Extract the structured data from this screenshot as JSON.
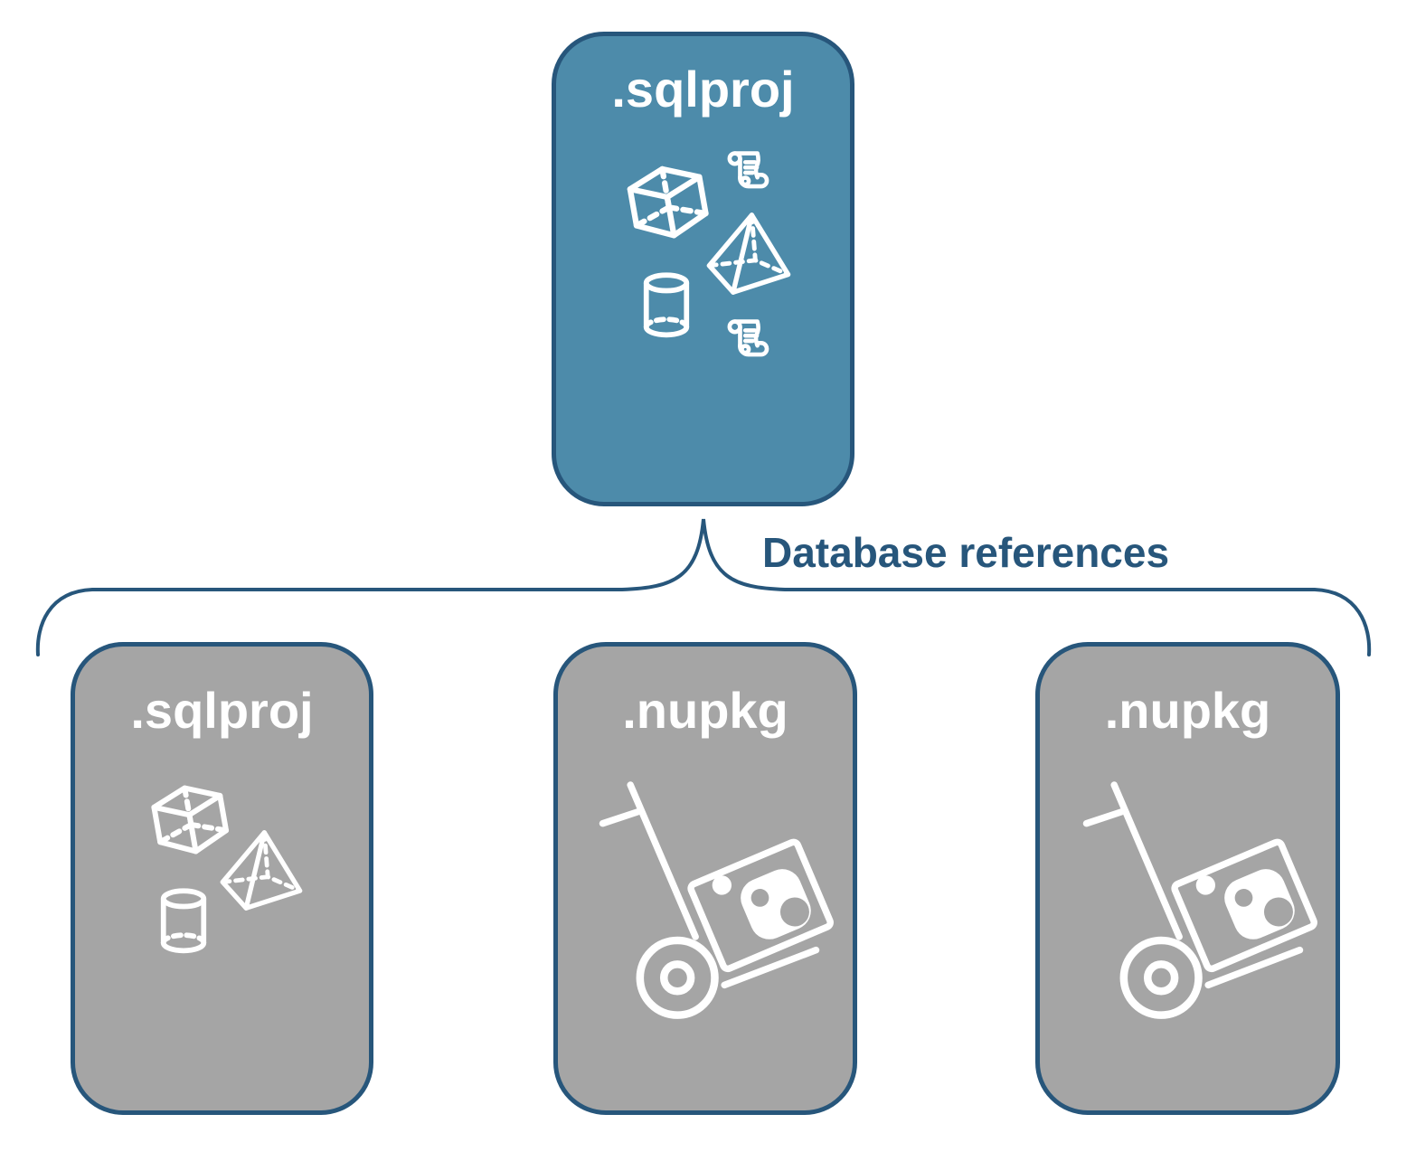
{
  "diagram": {
    "root": {
      "label": ".sqlproj",
      "fill_color": "#4D8BAA",
      "icons": [
        "cube-icon",
        "script-scroll-icon",
        "pyramid-icon",
        "cylinder-icon",
        "script-scroll-icon"
      ]
    },
    "connector": {
      "label": "Database references",
      "color": "#27567B"
    },
    "children": [
      {
        "label": ".sqlproj",
        "fill_color": "#A5A5A5",
        "icons": [
          "cube-icon",
          "pyramid-icon",
          "cylinder-icon"
        ]
      },
      {
        "label": ".nupkg",
        "fill_color": "#A5A5A5",
        "icons": [
          "hand-truck-package-icon"
        ]
      },
      {
        "label": ".nupkg",
        "fill_color": "#A5A5A5",
        "icons": [
          "hand-truck-package-icon"
        ]
      }
    ],
    "colors": {
      "accent_blue": "#4D8BAA",
      "outline_blue": "#27567B",
      "node_gray": "#A5A5A5",
      "icon_white": "#FFFFFF"
    }
  }
}
